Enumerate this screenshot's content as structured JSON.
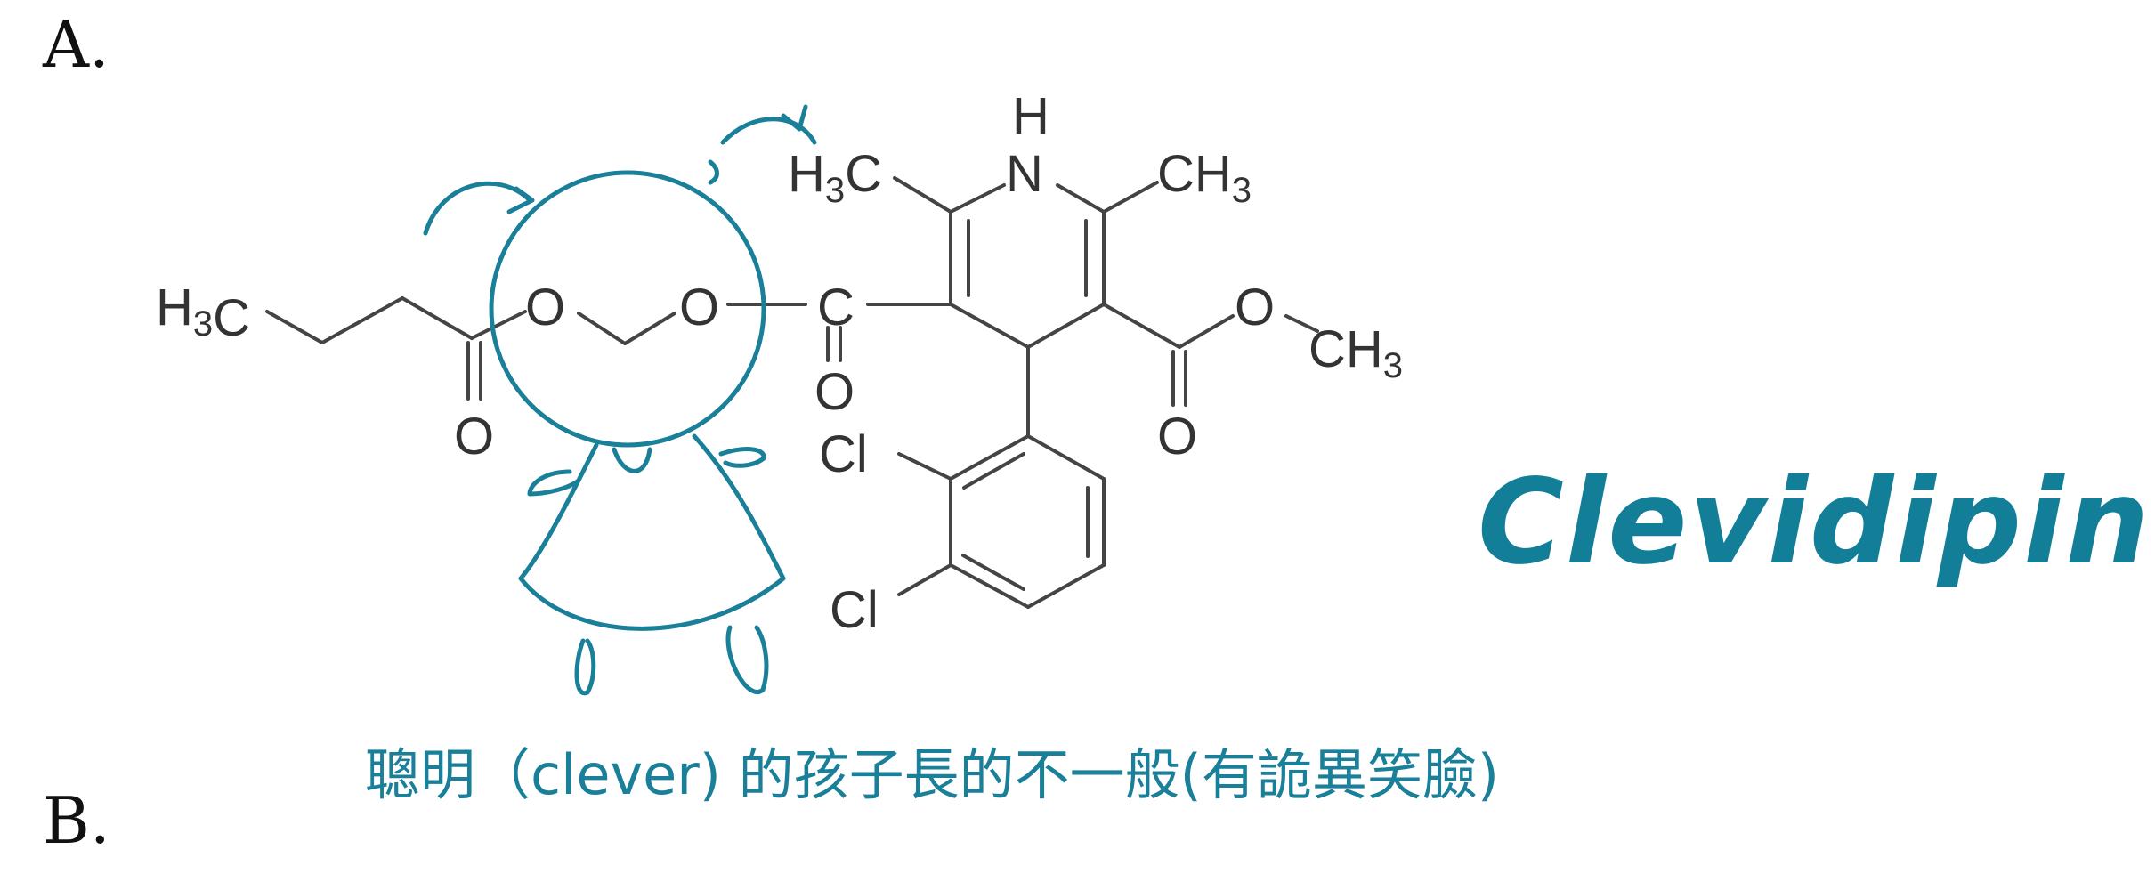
{
  "labels": {
    "a": "A.",
    "b": "B."
  },
  "molecule": {
    "h3c_left": "H3C",
    "o1": "O",
    "o2": "O",
    "carbonyl_o_left": "O",
    "c_central": "C",
    "carbonyl_o_central": "O",
    "nh_h": "H",
    "nh_n": "N",
    "h3c_ring": "H3C",
    "ch3_ring": "CH3",
    "ester_o": "O",
    "ch3_ester": "CH3",
    "carbonyl_o_right": "O",
    "cl_top": "Cl",
    "cl_bottom": "Cl"
  },
  "caption": "聰明（clever) 的孩子長的不一般(有詭異笑臉)",
  "handwritten_name": "Clevidipine",
  "colors": {
    "ink": "#333333",
    "teal": "#1a7f98"
  }
}
